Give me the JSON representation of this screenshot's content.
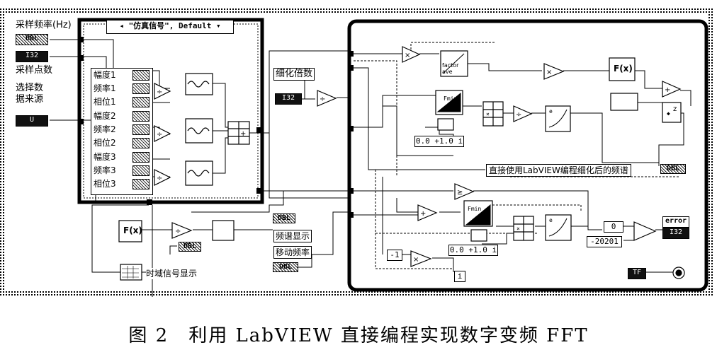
{
  "inputs": {
    "sample_rate_label": "采样频率(Hz)",
    "sample_rate_type": "DBL",
    "sample_count_type": "I32",
    "sample_count_label": "采样点数",
    "select_data_source_line1": "选择数",
    "select_data_source_line2": "据来源",
    "select_data_source_type": "U"
  },
  "case_selector": "\"仿真信号\", Default",
  "signal_params": [
    {
      "label": "幅度1"
    },
    {
      "label": "频率1"
    },
    {
      "label": "相位1"
    },
    {
      "label": "幅度2"
    },
    {
      "label": "频率2"
    },
    {
      "label": "相位2"
    },
    {
      "label": "幅度3"
    },
    {
      "label": "频率3"
    },
    {
      "label": "相位3"
    }
  ],
  "refine": {
    "label": "细化倍数",
    "type": "I32"
  },
  "right_panel": {
    "refined_spectrum_label": "直接使用LabVIEW编程细化后的频谱",
    "output_type": "DBL",
    "complex_const_1": "0.0 +1.0 i",
    "complex_const_2": "0.0 +1.0 i",
    "neg_one": "-1",
    "zero_const": "0",
    "value_20201": "-20201",
    "error_label": "error",
    "error_type": "I32",
    "loop_index": "i",
    "tf_const": "TF",
    "decimate_text_1": "factor",
    "decimate_text_2": "ave",
    "fft_text": "F(x)",
    "xz_text": "z"
  },
  "bottom_left": {
    "fft_text": "F(x)",
    "dbl_type_1": "DBL",
    "dbl_type_2": "DBL",
    "dbl_type_3": "DBL",
    "spectrum_display": "频谱显示",
    "shift_freq": "移动频率",
    "time_signal_display": "时域信号显示"
  },
  "caption": "图 2　利用 LabVIEW 直接编程实现数字变频 FFT"
}
